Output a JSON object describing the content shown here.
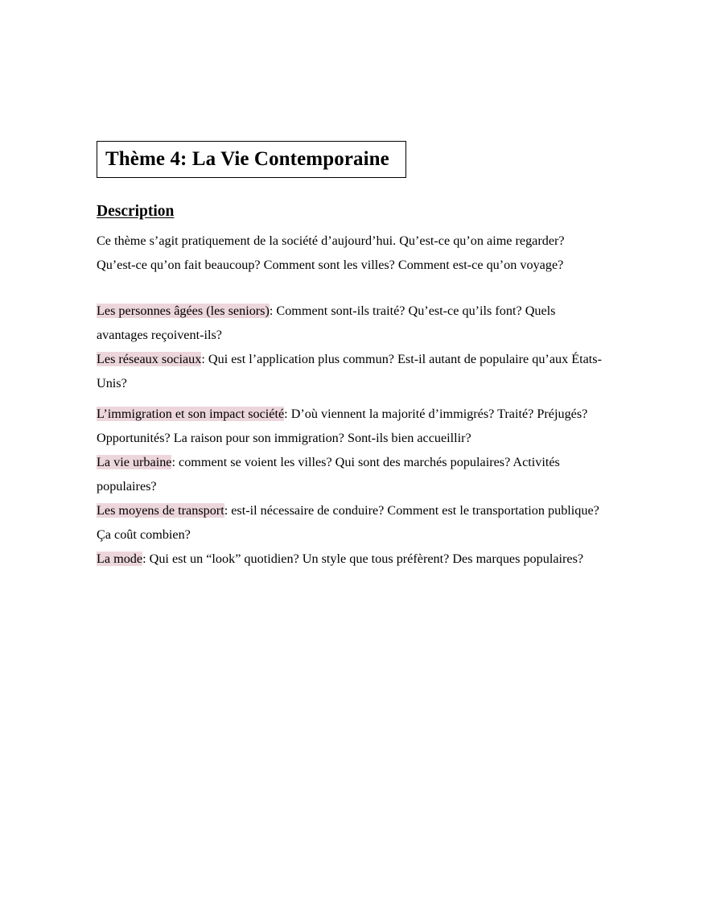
{
  "title": "Thème 4: La Vie Contemporaine",
  "description": {
    "heading": "Description",
    "line1": "Ce thème s’agit  pratiquement de la société d’aujourd’hui. Qu’est-ce qu’on aime regarder?",
    "line2": "Qu’est-ce qu’on fait beaucoup? Comment sont les villes? Comment est-ce qu’on voyage?"
  },
  "topics_block1": [
    {
      "label": "Les personnes âgées (les seniors)",
      "text1": ": Comment sont-ils traité? Qu’est-ce qu’ils font? Quels",
      "text2": "avantages reçoivent-ils?"
    },
    {
      "label": "Les réseaux sociaux",
      "text1": ": Qui est l’application plus commun? Est-il autant de populaire qu’aux États-",
      "text2": "Unis?"
    }
  ],
  "topics_block2": [
    {
      "label": "L’immigration et son impact société",
      "text1": ": D’où viennent la majorité d’immigrés? Traité? Préjugés?",
      "text2": "Opportunités? La raison pour son immigration? Sont-ils bien accueillir?"
    },
    {
      "label": "La vie urbaine",
      "text1": ": comment se voient les villes? Qui sont des marchés populaires? Activités",
      "text2": "populaires?"
    },
    {
      "label": "Les moyens de transport",
      "text1": ": est-il nécessaire de conduire? Comment est le transportation publique?",
      "text2": "Ça coût combien?"
    },
    {
      "label": "La mode",
      "text1": ": Qui est un “look” quotidien? Un style que tous préfèrent? Des marques populaires?"
    }
  ],
  "colors": {
    "highlight": "#ecd6dc"
  }
}
